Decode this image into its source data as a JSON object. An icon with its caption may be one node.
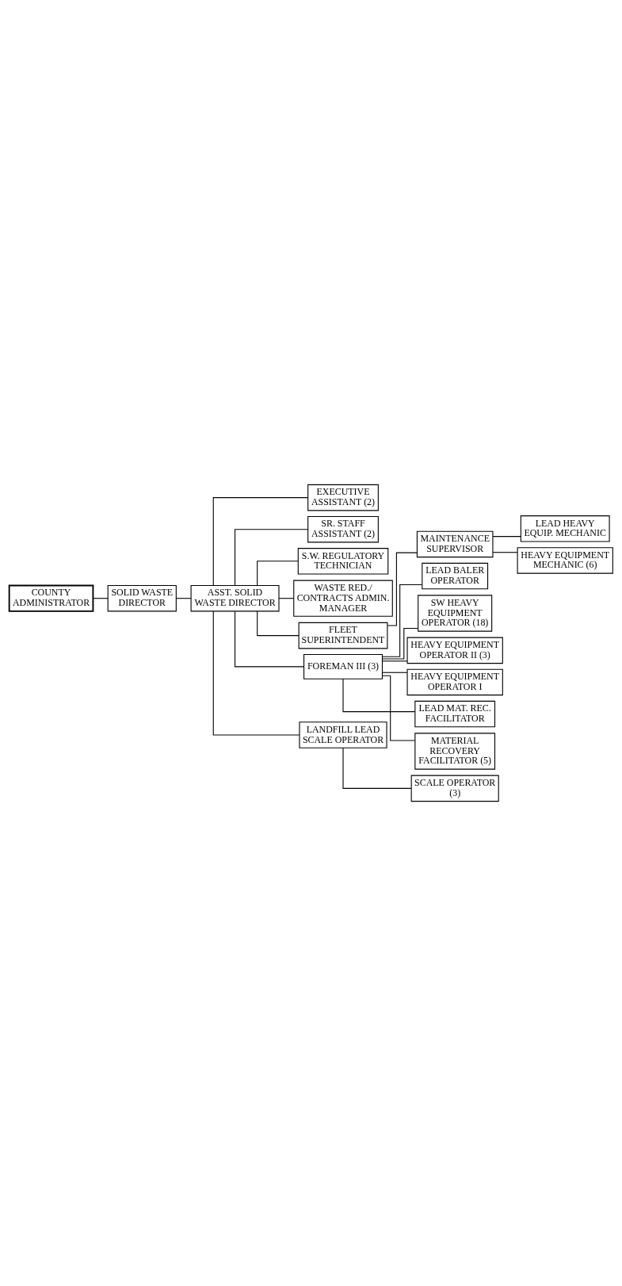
{
  "diagram": {
    "nodes": [
      {
        "text": [
          "COUNTY ADMINISTRATOR"
        ]
      },
      {
        "text": [
          "SOLID WASTE DIRECTOR"
        ]
      },
      {
        "text": [
          "ASST. SOLID WASTE DIRECTOR"
        ]
      },
      {
        "text": [
          "EXECUTIVE ASSISTANT (2)"
        ]
      },
      {
        "text": [
          "SR. STAFF ASSISTANT (2)"
        ]
      },
      {
        "text": [
          "S.W. REGULATORY TECHNICIAN"
        ]
      },
      {
        "text": [
          "WASTE RED./ CONTRACTS ADMIN. MANAGER"
        ]
      },
      {
        "text": [
          "FLEET SUPERINTENDENT"
        ]
      },
      {
        "text": [
          "FOREMAN III (3)"
        ]
      },
      {
        "text": [
          "MAINTENANCE SUPERVISOR"
        ]
      },
      {
        "text": [
          "LEAD HEAVY EQUIP. MECHANIC"
        ]
      },
      {
        "text": [
          "HEAVY EQUIPMENT MECHANIC (6)"
        ]
      },
      {
        "text": [
          "LEAD BALER OPERATOR"
        ]
      },
      {
        "text": [
          "SW HEAVY EQUIPMENT OPERATOR (18)"
        ]
      },
      {
        "text": [
          "HEAVY EQUIPMENT OPERATOR II (3)"
        ]
      },
      {
        "text": [
          "HEAVY EQUIPMENT OPERATOR I"
        ]
      },
      {
        "text": [
          "LEAD MAT. REC. FACILITATOR"
        ]
      },
      {
        "text": [
          "MATERIAL RECOVERY FACILITATOR (5)"
        ]
      },
      {
        "text": [
          "LANDFILL LEAD SCALE OPERATOR"
        ]
      },
      {
        "text": [
          "SCALE OPERATOR (3)"
        ]
      }
    ],
    "edges": [
      {
        "from": 0,
        "to": 1,
        "arrow": "none"
      },
      {
        "from": 1,
        "to": 2,
        "arrow": "none"
      },
      {
        "from": 2,
        "to": 3,
        "arrow": "none"
      },
      {
        "from": 2,
        "to": 4,
        "arrow": "none"
      },
      {
        "from": 2,
        "to": 5,
        "arrow": "none"
      },
      {
        "from": 2,
        "to": 6,
        "arrow": "none"
      },
      {
        "from": 2,
        "to": 7,
        "arrow": "none"
      },
      {
        "from": 2,
        "to": 8,
        "arrow": "none"
      },
      {
        "from": 2,
        "to": 18,
        "arrow": "none"
      },
      {
        "from": 7,
        "to": 9,
        "arrow": "none"
      },
      {
        "from": 9,
        "to": 10,
        "arrow": "none"
      },
      {
        "from": 9,
        "to": 11,
        "arrow": "none"
      },
      {
        "from": 8,
        "to": 12,
        "arrow": "none"
      },
      {
        "from": 8,
        "to": 13,
        "arrow": "none"
      },
      {
        "from": 8,
        "to": 14,
        "arrow": "none"
      },
      {
        "from": 8,
        "to": 15,
        "arrow": "none"
      },
      {
        "from": 8,
        "to": 16,
        "arrow": "none"
      },
      {
        "from": 8,
        "to": 17,
        "arrow": "none"
      },
      {
        "from": 18,
        "to": 19,
        "arrow": "none"
      }
    ]
  }
}
